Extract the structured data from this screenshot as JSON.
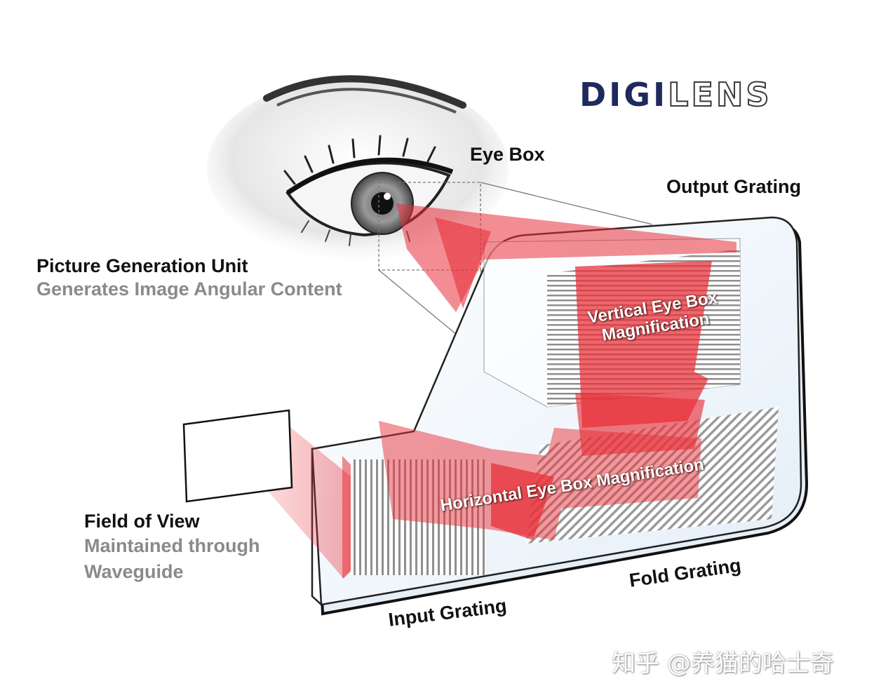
{
  "logo": {
    "part1": "DIGI",
    "part2": "LENS"
  },
  "labels": {
    "eye_box": "Eye Box",
    "output_grating": "Output Grating",
    "pgu_title": "Picture Generation Unit",
    "pgu_subtitle": "Generates Image Angular Content",
    "fov_title": "Field of View",
    "fov_sub1": "Maintained through",
    "fov_sub2": "Waveguide",
    "input_grating": "Input Grating",
    "fold_grating": "Fold Grating",
    "vertical_line1": "Vertical Eye Box",
    "vertical_line2": "Magnification",
    "horizontal": "Horizontal Eye Box Magnification"
  },
  "watermark": "知乎 @养猫的哈士奇",
  "colors": {
    "light_beam": "#e8313a",
    "label_dark": "#111111",
    "label_gray": "#8a8a8a",
    "logo_navy": "#1e2a5c"
  }
}
